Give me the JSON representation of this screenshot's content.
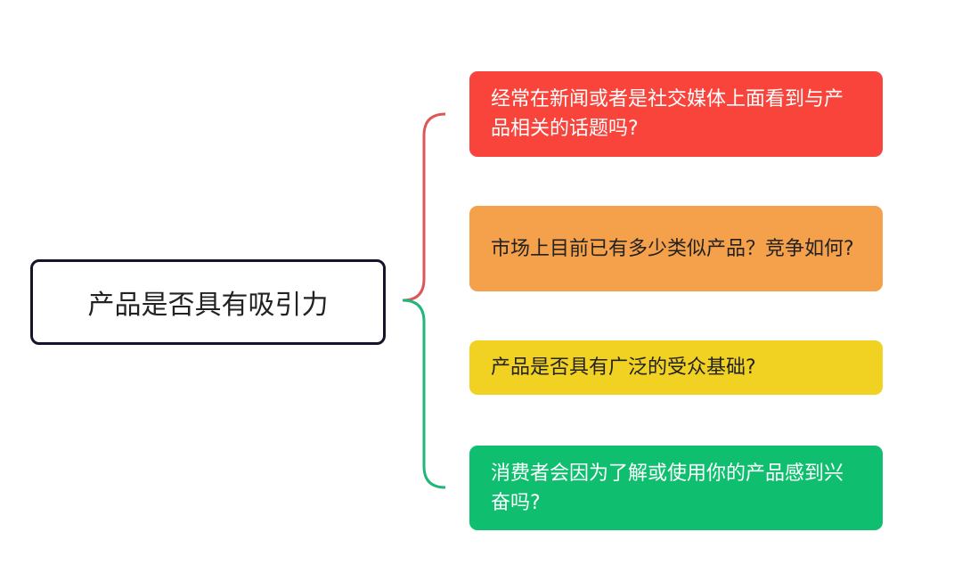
{
  "root": {
    "label": "产品是否具有吸引力"
  },
  "branches": [
    {
      "label": "经常在新闻或者是社交媒体上面看到与产品相关的话题吗?",
      "color": "#f9443c",
      "text_color": "#ffffff"
    },
    {
      "label": "市场上目前已有多少类似产品？竞争如何?",
      "color": "#f5a04a",
      "text_color": "#222222"
    },
    {
      "label": "产品是否具有广泛的受众基础?",
      "color": "#f1d121",
      "text_color": "#222222"
    },
    {
      "label": "消费者会因为了解或使用你的产品感到兴奋吗?",
      "color": "#0fbf6f",
      "text_color": "#ffffff"
    }
  ],
  "connectors": {
    "upper_color": "#de5656",
    "lower_color": "#22b67a"
  }
}
